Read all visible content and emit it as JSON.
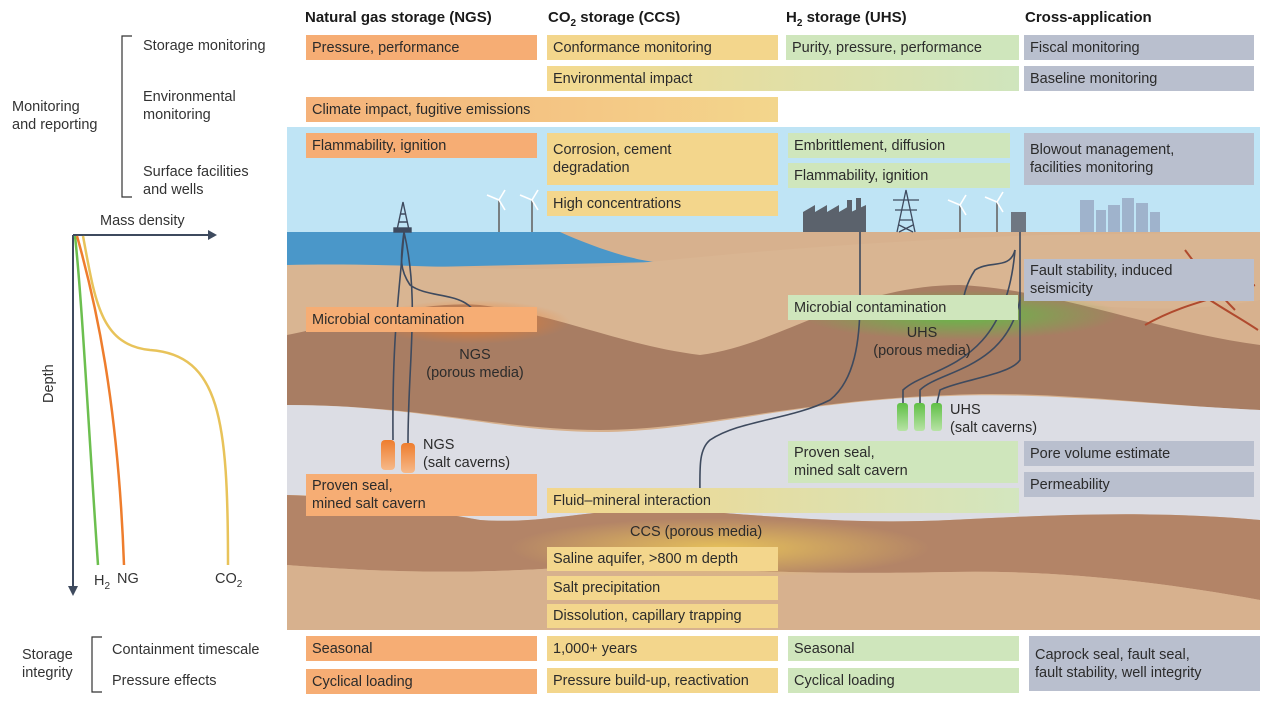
{
  "headers": {
    "ngs": "Natural gas storage (NGS)",
    "ccs_pre": "CO",
    "ccs_sub": "2",
    "ccs_post": " storage (CCS)",
    "uhs_pre": "H",
    "uhs_sub": "2",
    "uhs_post": " storage (UHS)",
    "cross": "Cross-application"
  },
  "left_labels": {
    "monitoring": "Monitoring\nand reporting",
    "storage_monitoring": "Storage monitoring",
    "environmental_monitoring": "Environmental\nmonitoring",
    "surface_facilities": "Surface facilities\nand wells",
    "storage_integrity": "Storage\nintegrity",
    "containment": "Containment timescale",
    "pressure_effects": "Pressure effects"
  },
  "boxes": {
    "pressure_performance": "Pressure, performance",
    "conformance": "Conformance monitoring",
    "purity": "Purity, pressure, performance",
    "fiscal": "Fiscal monitoring",
    "environmental_impact": "Environmental impact",
    "baseline": "Baseline monitoring",
    "climate": "Climate impact, fugitive emissions",
    "flammability_ngs": "Flammability, ignition",
    "corrosion": "Corrosion, cement\ndegradation",
    "embrittlement": "Embrittlement, diffusion",
    "flammability_uhs": "Flammability, ignition",
    "blowout": "Blowout management,\nfacilities monitoring",
    "high_conc": "High concentrations",
    "fault_stability": "Fault stability, induced\nseismicity",
    "microbial_ngs": "Microbial contamination",
    "microbial_uhs": "Microbial contamination",
    "pore_volume": "Pore volume estimate",
    "permeability": "Permeability",
    "proven_seal_uhs": "Proven seal,\nmined salt cavern",
    "proven_seal_ngs": "Proven seal,\nmined salt cavern",
    "fluid_mineral": "Fluid–mineral interaction",
    "saline": "Saline aquifer, >800 m depth",
    "salt_precip": "Salt precipitation",
    "dissolution": "Dissolution, capillary trapping",
    "seasonal_ngs": "Seasonal",
    "years": "1,000+ years",
    "seasonal_uhs": "Seasonal",
    "caprock": "Caprock seal, fault seal,\nfault stability, well integrity",
    "cyclical_ngs": "Cyclical loading",
    "pressure_buildup": "Pressure build-up, reactivation",
    "cyclical_uhs": "Cyclical loading"
  },
  "scene_labels": {
    "ngs_porous": "NGS\n(porous media)",
    "uhs_porous": "UHS\n(porous media)",
    "ngs_salt": "NGS\n(salt caverns)",
    "uhs_salt": "UHS\n(salt caverns)",
    "ccs_porous": "CCS (porous media)"
  },
  "depth_chart": {
    "x_axis_label": "Mass density",
    "y_axis_label": "Depth",
    "h2_label": "H",
    "h2_sub": "2",
    "ng_label": "NG",
    "co2_label": "CO",
    "co2_sub": "2"
  },
  "colors": {
    "ngs": "#f6ad74",
    "ccs": "#f3d68c",
    "uhs": "#cfe6bc",
    "cross": "#b9bfce",
    "sky": "#bfe4f5",
    "sea": "#4a97c9",
    "h2_line": "#6cbf4f",
    "ng_line": "#ee7d2d",
    "co2_line": "#e8c35a"
  }
}
